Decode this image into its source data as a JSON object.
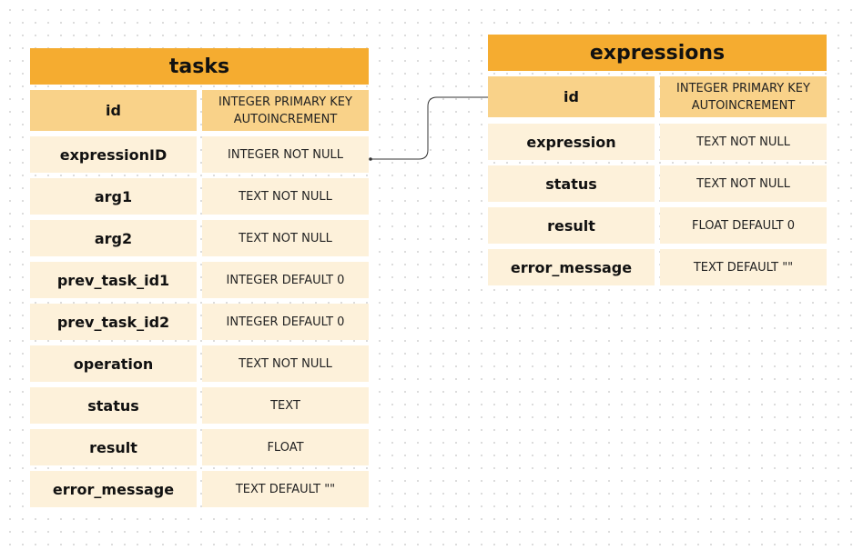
{
  "tasks": {
    "title": "tasks",
    "columns": [
      {
        "name": "id",
        "type": "INTEGER PRIMARY KEY\nAUTOINCREMENT"
      },
      {
        "name": "expressionID",
        "type": "INTEGER NOT NULL"
      },
      {
        "name": "arg1",
        "type": "TEXT NOT NULL"
      },
      {
        "name": "arg2",
        "type": "TEXT NOT NULL"
      },
      {
        "name": "prev_task_id1",
        "type": "INTEGER DEFAULT 0"
      },
      {
        "name": "prev_task_id2",
        "type": "INTEGER DEFAULT 0"
      },
      {
        "name": "operation",
        "type": "TEXT NOT NULL"
      },
      {
        "name": "status",
        "type": "TEXT"
      },
      {
        "name": "result",
        "type": "FLOAT"
      },
      {
        "name": "error_message",
        "type": "TEXT DEFAULT \"\""
      }
    ]
  },
  "expressions": {
    "title": "expressions",
    "columns": [
      {
        "name": "id",
        "type": "INTEGER PRIMARY KEY\nAUTOINCREMENT"
      },
      {
        "name": "expression",
        "type": "TEXT NOT NULL"
      },
      {
        "name": "status",
        "type": "TEXT NOT NULL"
      },
      {
        "name": "result",
        "type": "FLOAT DEFAULT 0"
      },
      {
        "name": "error_message",
        "type": "TEXT DEFAULT \"\""
      }
    ]
  },
  "colors": {
    "title_bg": "#f5ac30",
    "header_row_bg": "#f9d289",
    "row_bg": "#fdf1da",
    "connector": "#333333"
  }
}
